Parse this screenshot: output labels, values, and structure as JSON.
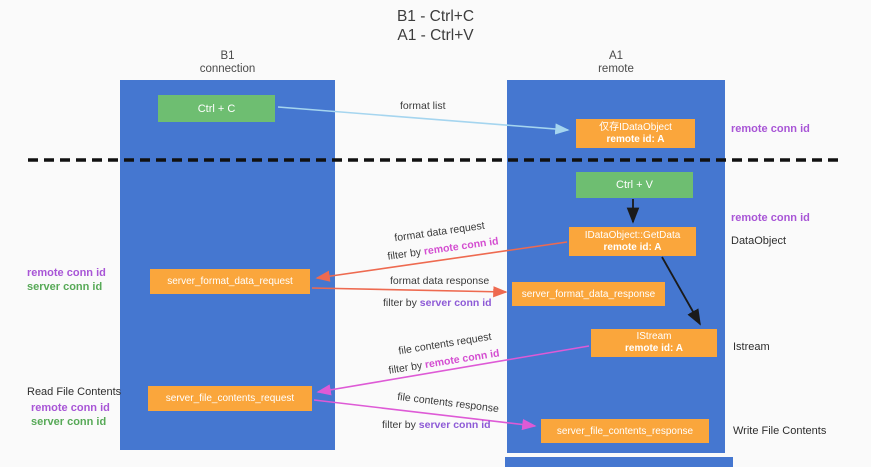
{
  "title": {
    "line1": "B1 - Ctrl+C",
    "line2": "A1 - Ctrl+V"
  },
  "lanes": {
    "left": {
      "name": "B1",
      "subtitle": "connection"
    },
    "right": {
      "name": "A1",
      "subtitle": "remote"
    }
  },
  "boxes": {
    "ctrl_c": "Ctrl + C",
    "ctrl_v": "Ctrl + V",
    "idataobject": {
      "line1": "仅存IDataObject",
      "line2": "remote id: A"
    },
    "getdata": {
      "line1": "IDataObject::GetData",
      "line2": "remote id: A"
    },
    "istream": {
      "line1": "IStream",
      "line2": "remote id: A"
    },
    "format_request": "server_format_data_request",
    "format_response": "server_format_data_response",
    "file_request": "server_file_contents_request",
    "file_response": "server_file_contents_response"
  },
  "labels": {
    "format_list": "format list",
    "filter_by": "filter by",
    "remote_conn_id": "remote conn id",
    "server_conn_id": "server conn id",
    "format_data_request": "format data request",
    "format_data_response": "format data response",
    "file_contents_request": "file contents request",
    "file_contents_response": "file contents response",
    "dataobject": "DataObject",
    "istream": "Istream",
    "read_file_contents": "Read File Contents",
    "write_file_contents": "Write File Contents"
  },
  "colors": {
    "lane_blue": "#4577d0",
    "box_green": "#6ebe71",
    "box_orange": "#faa63c",
    "arrow_blue": "#a5d5ef",
    "arrow_red": "#ee6a50",
    "arrow_magenta": "#de5ad6",
    "arrow_black": "#1a1a1a",
    "text_purple": "#a855d6",
    "text_green": "#57a957",
    "text_magenta": "#d44fd1",
    "text_violet": "#8d5ad6"
  }
}
